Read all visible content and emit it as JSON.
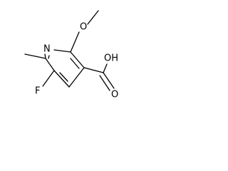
{
  "molecule": {
    "atoms": {
      "ring_nitrogen": "N",
      "methoxy_oxygen": "O",
      "carboxyl_oh": "OH",
      "carboxyl_carbonyl_oxygen": "O",
      "fluorine": "F"
    },
    "line_color": "#000000",
    "label_color": "#000000"
  }
}
